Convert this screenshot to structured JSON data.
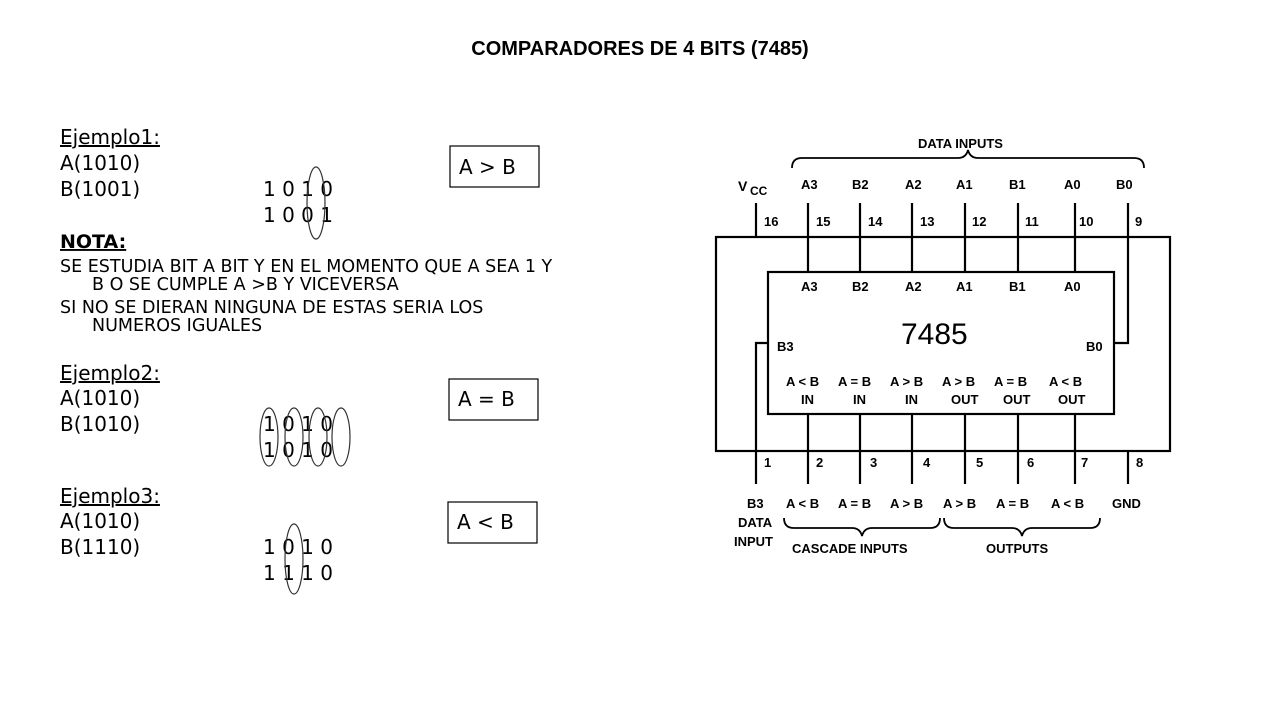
{
  "title": "COMPARADORES DE 4 BITS (7485)",
  "ejemplo1": {
    "heading": "Ejemplo1:",
    "a": "A(1010)",
    "b": "B(1001)",
    "bits_a": "1 0 1 0",
    "bits_b": "1 0 0 1",
    "result": "A > B"
  },
  "nota": {
    "heading": "NOTA:",
    "lines": [
      "SE ESTUDIA BIT A BIT Y EN EL MOMENTO QUE A SEA 1 Y",
      "B O SE CUMPLE A >B Y VICEVERSA",
      "SI NO SE DIERAN NINGUNA DE ESTAS SERIA LOS",
      "NUMEROS IGUALES"
    ]
  },
  "ejemplo2": {
    "heading": "Ejemplo2:",
    "a": "A(1010)",
    "b": "B(1010)",
    "bits_a": "1 0 1 0",
    "bits_b": "1 0 1 0",
    "result": "A = B"
  },
  "ejemplo3": {
    "heading": "Ejemplo3:",
    "a": "A(1010)",
    "b": "B(1110)",
    "bits_a": "1 0 1 0",
    "bits_b": "1 1 1 0",
    "result": "A < B"
  },
  "chip": {
    "name": "7485",
    "data_inputs": "DATA INPUTS",
    "vcc": "V",
    "vcc_sub": "CC",
    "top_labels": [
      "A3",
      "B2",
      "A2",
      "A1",
      "B1",
      "A0",
      "B0"
    ],
    "top_pins": [
      "16",
      "15",
      "14",
      "13",
      "12",
      "11",
      "10",
      "9"
    ],
    "inner_top": [
      "A3",
      "B2",
      "A2",
      "A1",
      "B1",
      "A0"
    ],
    "inner_b3": "B3",
    "inner_b0": "B0",
    "inner_compare": [
      "A < B",
      "A = B",
      "A > B",
      "A > B",
      "A = B",
      "A < B"
    ],
    "inner_io": [
      "IN",
      "IN",
      "IN",
      "OUT",
      "OUT",
      "OUT"
    ],
    "bottom_pins": [
      "1",
      "2",
      "3",
      "4",
      "5",
      "6",
      "7",
      "8"
    ],
    "bottom_labels": [
      "B3",
      "A < B",
      "A = B",
      "A > B",
      "A > B",
      "A = B",
      "A < B",
      "GND"
    ],
    "data_input_1": "DATA",
    "data_input_2": "INPUT",
    "cascade_inputs": "CASCADE INPUTS",
    "outputs": "OUTPUTS"
  }
}
